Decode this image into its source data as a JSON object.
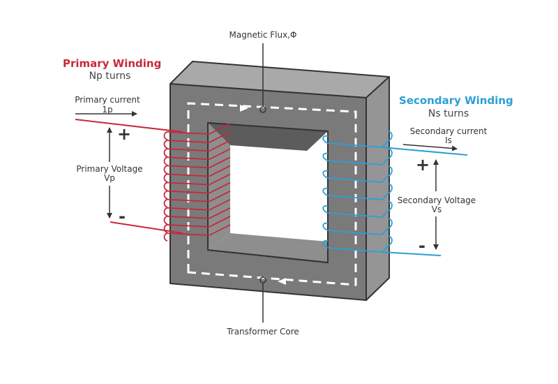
{
  "labels": {
    "magnetic_flux": "Magnetic Flux,Φ",
    "transformer_core": "Transformer Core",
    "primary_winding": "Primary Winding",
    "primary_turns": "Np turns",
    "primary_current": "Primary current",
    "primary_current_symbol": "1p",
    "primary_voltage": "Primary Voltage",
    "primary_voltage_symbol": "Vp",
    "secondary_winding": "Secondary Winding",
    "secondary_turns": "Ns turns",
    "secondary_current": "Secondary current",
    "secondary_current_symbol": "Is",
    "secondary_voltage": "Secondary Voltage",
    "secondary_voltage_symbol": "Vs",
    "plus_sign": "+",
    "minus_sign": "-"
  },
  "colors": {
    "core_front": "#7a7a7a",
    "core_top": "#a9a9a9",
    "core_side": "#959595",
    "core_inner_top": "#5c5c5c",
    "core_inner_side": "#8e8e8e",
    "primary_wire": "#c8283a",
    "secondary_wire": "#2a9fd6",
    "outline": "#333333",
    "flux_path": "#ffffff"
  },
  "primary_turn_count": 13,
  "secondary_turn_count": 7
}
